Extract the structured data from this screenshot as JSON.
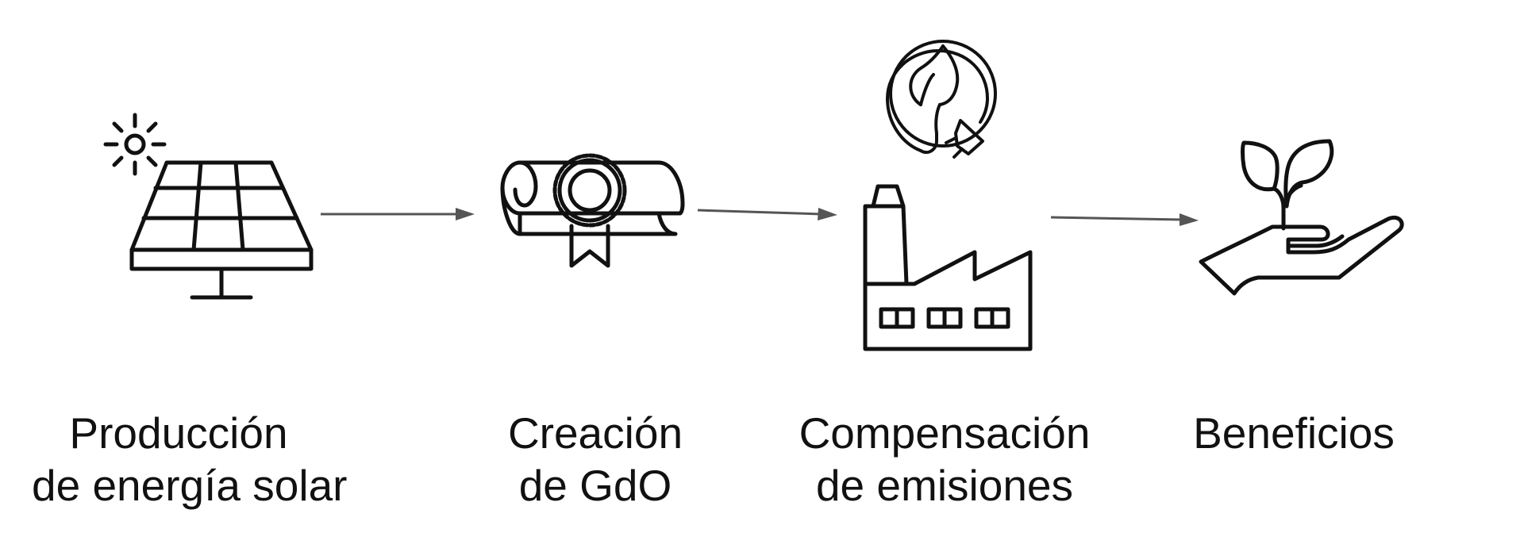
{
  "colors": {
    "icon_stroke": "#111111",
    "arrow": "#555555",
    "text": "#111111",
    "background": "#ffffff"
  },
  "steps": [
    {
      "icon": "solar-panel-icon",
      "line1": "Producción",
      "line2": "de energía solar"
    },
    {
      "icon": "certificate-scroll-icon",
      "line1": "Creación",
      "line2": "de GdO"
    },
    {
      "icon": "factory-eco-energy-icon",
      "line1": "Compensación",
      "line2": "de emisiones"
    },
    {
      "icon": "hand-plant-icon",
      "line1": "Beneficios",
      "line2": ""
    }
  ]
}
